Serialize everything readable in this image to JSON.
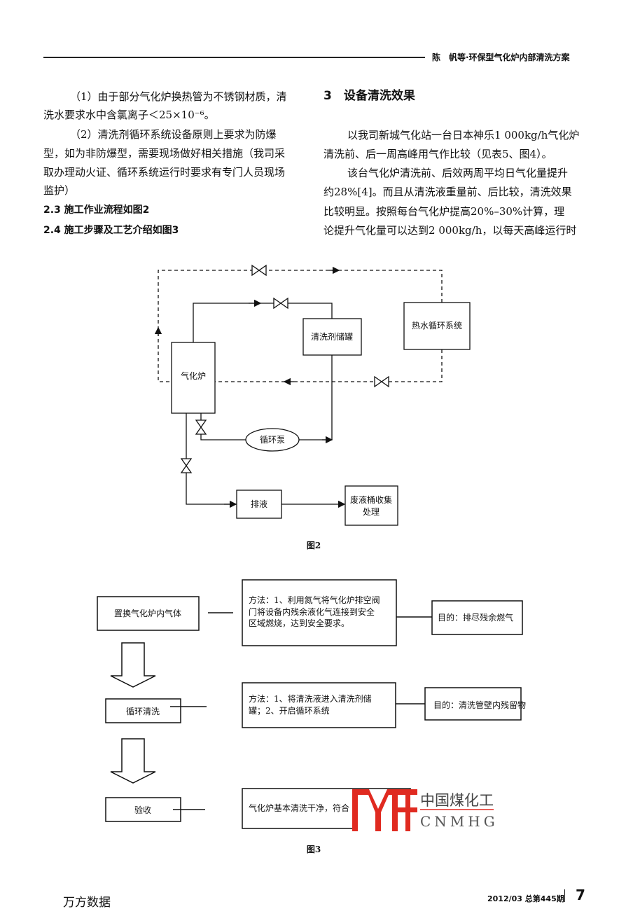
{
  "header": {
    "running_title": "陈　帆等·环保型气化炉内部清洗方案"
  },
  "left_column": {
    "lines": [
      "（1）由于部分气化炉换热管为不锈钢材质，清",
      "洗水要求水中含氯离子＜25×10⁻⁶。",
      "（2）清洗剂循环系统设备原则上要求为防爆",
      "型，如为非防爆型，需要现场做好相关措施（我司采",
      "取办理动火证、循环系统运行时要求有专门人员现场",
      "监护）"
    ],
    "heading_2_3": "2.3  施工作业流程如图2",
    "heading_2_4": "2.4  施工步骤及工艺介绍如图3"
  },
  "right_column": {
    "heading": "3　设备清洗效果",
    "lines": [
      "以我司新城气化站一台日本神乐1 000kg/h气化炉",
      "清洗前、后一周高峰用气作比较（见表5、图4）。",
      "该台气化炉清洗前、后效两周平均日气化量提升",
      "约28%[4]。而且从清洗液重量前、后比较，清洗效果",
      "比较明显。按照每台气化炉提高20%–30%计算，理",
      "论提升气化量可以达到2 000kg/h，以每天高峰运行时"
    ]
  },
  "figure2": {
    "caption": "图2",
    "nodes": {
      "gasifier": "气化炉",
      "cleaner_tank": "清洗剂储罐",
      "hot_water": "热水循环系统",
      "pump": "循环泵",
      "drain": "排液",
      "waste": [
        "废液桶收集",
        "处理"
      ]
    }
  },
  "figure3": {
    "caption": "图3",
    "steps": [
      {
        "step": "置换气化炉内气体",
        "method": [
          "方法：1、利用氮气将气化炉排空阀",
          "门将设备内残余液化气连接到安全",
          "区域燃烧，达到安全要求。"
        ],
        "purpose": "目的：排尽残余燃气"
      },
      {
        "step": "循环清洗",
        "method": [
          "方法：1、将清洗液进入清洗剂储",
          "罐；2、开启循环系统"
        ],
        "purpose": "目的：清洗管壁内残留物"
      },
      {
        "step": "验收",
        "method": [
          "气化炉基本清洗干净，符合"
        ],
        "purpose": ""
      }
    ]
  },
  "watermark": {
    "logo_letters": "MYH",
    "name_cn": "中国煤化工",
    "name_en": "CNMHG",
    "color": "#e02a20"
  },
  "footer": {
    "source": "万方数据",
    "issue": "2012/03 总第445期",
    "page": "7"
  }
}
